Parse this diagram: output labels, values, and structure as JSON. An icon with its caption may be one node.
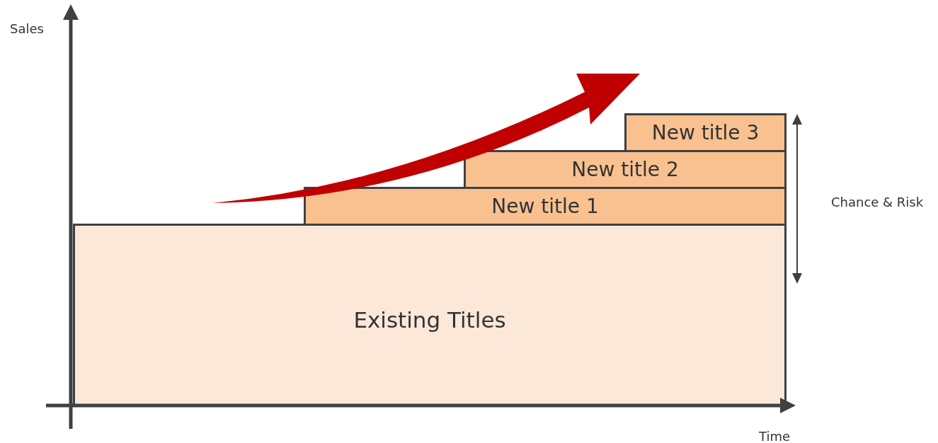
{
  "diagram": {
    "nodes": [
      {
        "text": [
          "Existing Titles"
        ]
      },
      {
        "text": [
          "New title 1"
        ]
      },
      {
        "text": [
          "New title 2"
        ]
      },
      {
        "text": [
          "New title 3"
        ]
      }
    ],
    "labels": [
      "Sales",
      "Chance & Risk",
      "Time"
    ]
  }
}
